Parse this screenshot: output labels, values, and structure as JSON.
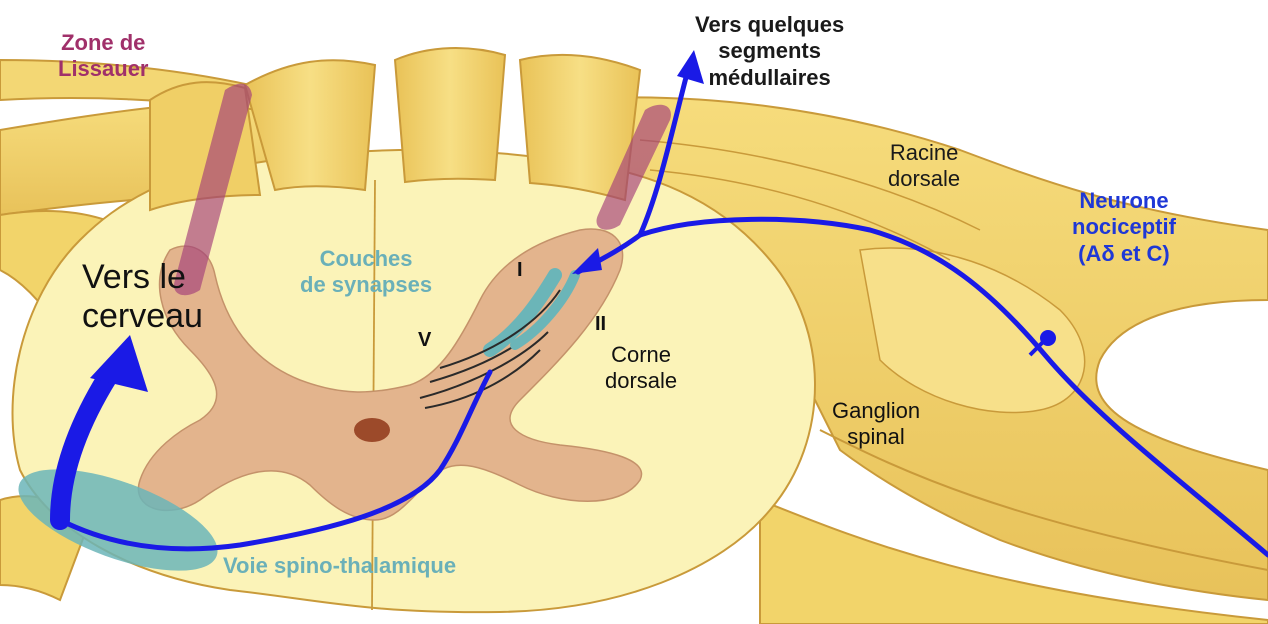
{
  "labels": {
    "zone_lissauer": [
      "Zone de",
      "Lissauer"
    ],
    "vers_quelques": [
      "Vers quelques",
      "segments",
      "médullaires"
    ],
    "racine": [
      "Racine",
      "dorsale"
    ],
    "neurone": [
      "Neurone",
      "nociceptif",
      "(Aδ et C)"
    ],
    "vers_cerveau": [
      "Vers le",
      "cerveau"
    ],
    "couches": [
      "Couches",
      "de synapses"
    ],
    "lamina_1": "I",
    "lamina_2": "II",
    "lamina_5": "V",
    "corne": [
      "Corne",
      "dorsale"
    ],
    "ganglion": [
      "Ganglion",
      "spinal"
    ],
    "voie": "Voie spino-thalamique"
  },
  "colors": {
    "nerve": "#f2d46a",
    "white_matter": "#fbf3b8",
    "grey_matter": "#e3b48d",
    "pathway": "#1a1ae6",
    "lissauer": "#a33d7a",
    "synapse_layers": "#6bb5b8",
    "neurone_text": "#1f38d6",
    "couches_text": "#6ab0b8",
    "lissauer_text": "#a0306a"
  }
}
